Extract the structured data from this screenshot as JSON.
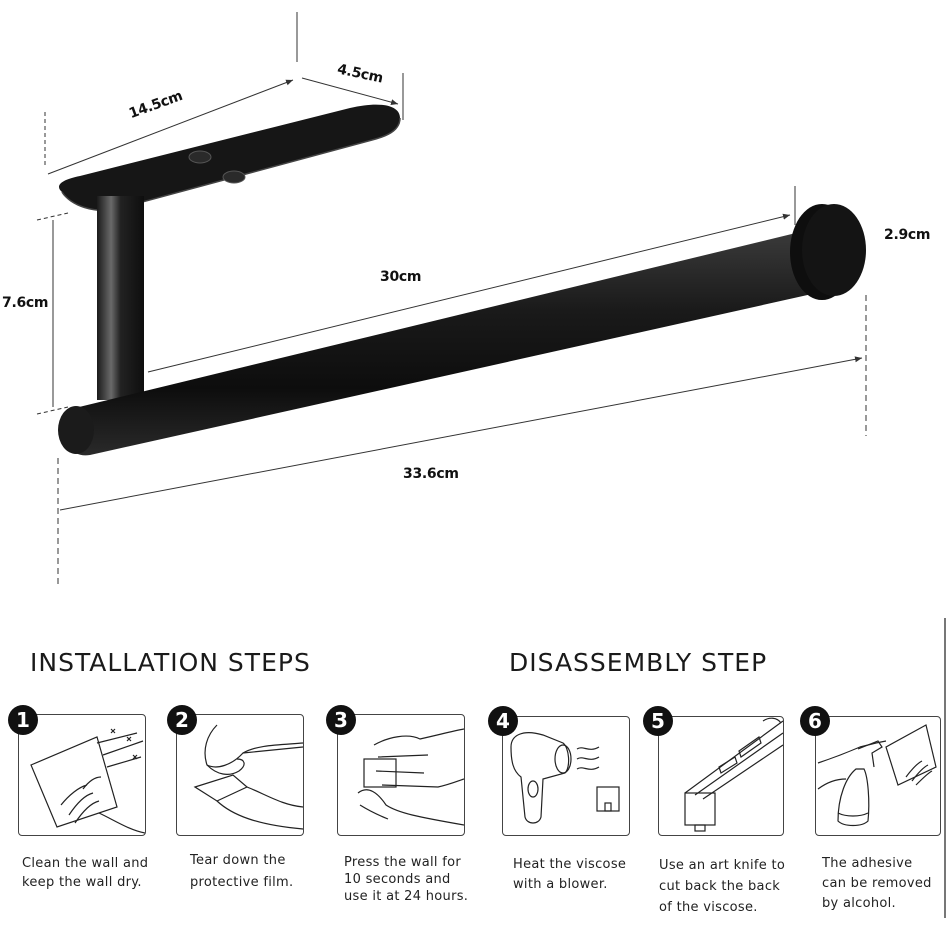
{
  "dimensions": {
    "base_length": "14.5cm",
    "base_width": "4.5cm",
    "post_height": "7.6cm",
    "bar_inner_length": "30cm",
    "bar_total_length": "33.6cm",
    "end_cap_diameter": "2.9cm"
  },
  "installation": {
    "title": "INSTALLATION STEPS",
    "steps": [
      {
        "number": "1",
        "icon": "wipe-wall-icon",
        "text_line1": "Clean the wall and",
        "text_line2": "keep the wall dry.",
        "text_line3": ""
      },
      {
        "number": "2",
        "icon": "peel-film-icon",
        "text_line1": "Tear down the",
        "text_line2": "protective film.",
        "text_line3": ""
      },
      {
        "number": "3",
        "icon": "press-wall-icon",
        "text_line1": "Press the wall for",
        "text_line2": "10 seconds and",
        "text_line3": "use it at 24 hours."
      }
    ]
  },
  "disassembly": {
    "title": "DISASSEMBLY STEP",
    "steps": [
      {
        "number": "4",
        "icon": "hair-dryer-icon",
        "text_line1": "Heat the viscose",
        "text_line2": "with a blower.",
        "text_line3": ""
      },
      {
        "number": "5",
        "icon": "art-knife-icon",
        "text_line1": "Use an art knife to",
        "text_line2": "cut back the back",
        "text_line3": "of the viscose."
      },
      {
        "number": "6",
        "icon": "spray-bottle-icon",
        "text_line1": "The adhesive",
        "text_line2": "can be removed",
        "text_line3": "by alcohol."
      }
    ]
  },
  "colors": {
    "product": "#111111",
    "line": "#333333",
    "background": "#ffffff"
  }
}
